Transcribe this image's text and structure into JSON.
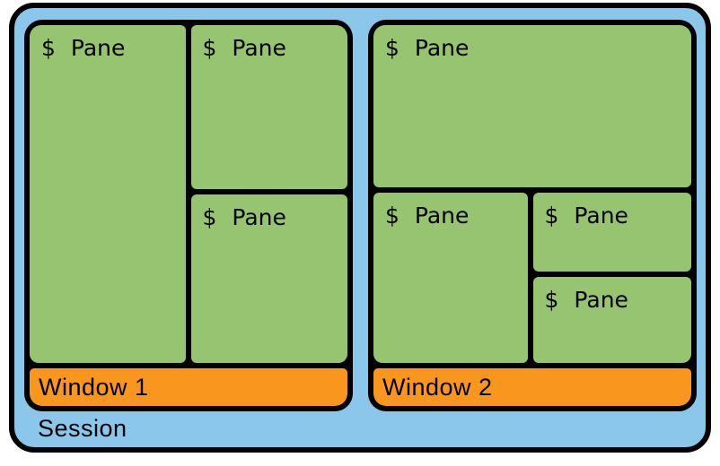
{
  "colors": {
    "page_bg": "#ffffff",
    "session_bg": "#8ac7eb",
    "pane_bg": "#96c470",
    "window_bar_bg": "#f9961d",
    "border_color": "#000000",
    "text_color": "#000000"
  },
  "session": {
    "label": "Session",
    "windows": [
      {
        "label": "Window 1",
        "panes": [
          {
            "prompt": "$",
            "label": "Pane",
            "position": "left-full-height"
          },
          {
            "prompt": "$",
            "label": "Pane",
            "position": "right-top"
          },
          {
            "prompt": "$",
            "label": "Pane",
            "position": "right-bottom"
          }
        ]
      },
      {
        "label": "Window 2",
        "panes": [
          {
            "prompt": "$",
            "label": "Pane",
            "position": "top-full-width"
          },
          {
            "prompt": "$",
            "label": "Pane",
            "position": "bottom-left"
          },
          {
            "prompt": "$",
            "label": "Pane",
            "position": "bottom-right-top"
          },
          {
            "prompt": "$",
            "label": "Pane",
            "position": "bottom-right-bottom"
          }
        ]
      }
    ]
  }
}
